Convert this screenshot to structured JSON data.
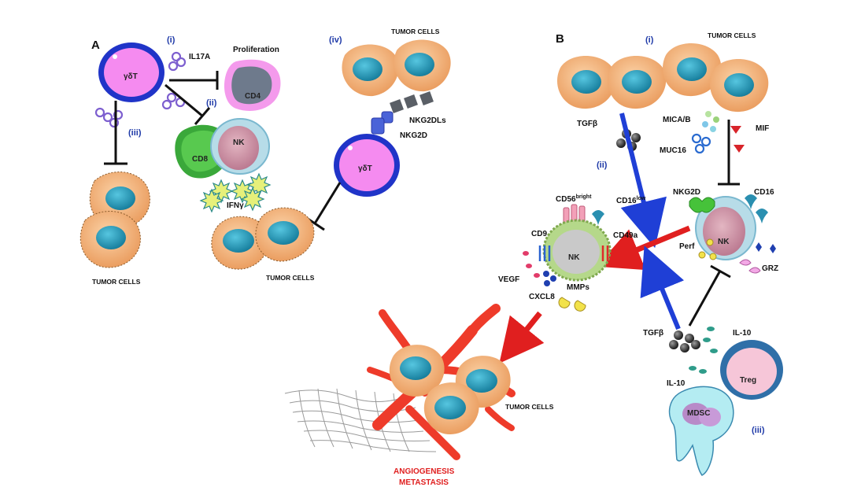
{
  "panels": {
    "a": "A",
    "b": "B"
  },
  "panel_a": {
    "step_i": "(i)",
    "step_ii": "(ii)",
    "step_iii": "(iii)",
    "step_iv": "(iv)",
    "gd_t_cell": "γδT",
    "gd_t_cell_2": "γδT",
    "il17a": "IL17A",
    "proliferation": "Proliferation",
    "cd4": "CD4",
    "cd8": "CD8",
    "nk": "NK",
    "ifng": "IFNγ",
    "tumor_cells_left": "TUMOR CELLS",
    "tumor_cells_mid": "TUMOR CELLS",
    "tumor_cells_top": "TUMOR CELLS",
    "nkg2dls": "NKG2DLs",
    "nkg2d": "NKG2D"
  },
  "panel_b": {
    "step_i": "(i)",
    "step_ii": "(ii)",
    "step_iii": "(iii)",
    "tumor_cells_top": "TUMOR CELLS",
    "tgfb_top": "TGFβ",
    "mica_b": "MICA/B",
    "muc16": "MUC16",
    "mif": "MIF",
    "nkg2d": "NKG2D",
    "cd16": "CD16",
    "nk_right": "NK",
    "perf": "Perf",
    "grz": "GRZ",
    "cd56_base": "CD56",
    "cd56_sup": "bright",
    "cd16_low_base": "CD16",
    "cd16_low_sup": "low",
    "cd9": "CD9",
    "nk_mid": "NK",
    "cd49a": "CD49a",
    "vegf": "VEGF",
    "cxcl8": "CXCL8",
    "mmps": "MMPs",
    "tgfb_bottom": "TGFβ",
    "il10_treg": "IL-10",
    "treg": "Treg",
    "il10_mdsc": "IL-10",
    "mdsc": "MDSC",
    "tumor_cells_bottom": "TUMOR CELLS",
    "angiogenesis": "ANGIOGENESIS",
    "metastasis": "METASTASIS"
  },
  "colors": {
    "tumor_fill": "#f2b27a",
    "tumor_nucleus": "#1f8fb0",
    "gd_t_fill": "#f58bf0",
    "gd_t_border": "#2034c8",
    "nk_fill": "#c8899e",
    "cd8_fill": "#4cc04c",
    "blue_arrow": "#1f3fd6",
    "red_arrow": "#e01f1f",
    "vessel": "#ee3b2a"
  }
}
